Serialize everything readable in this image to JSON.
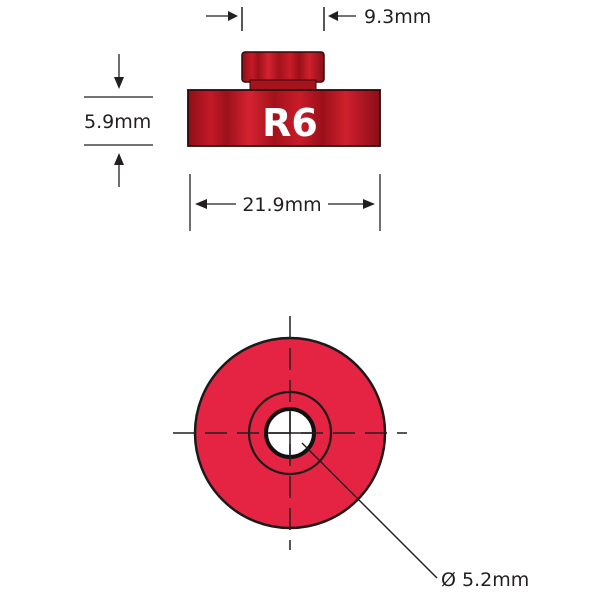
{
  "part": {
    "label": "R6",
    "body_color": "#b8141f",
    "top_view_color": "#e52443"
  },
  "dimensions": {
    "top_width": "9.3mm",
    "height": "5.9mm",
    "base_width": "21.9mm",
    "hole_diameter": "Ø 5.2mm"
  }
}
